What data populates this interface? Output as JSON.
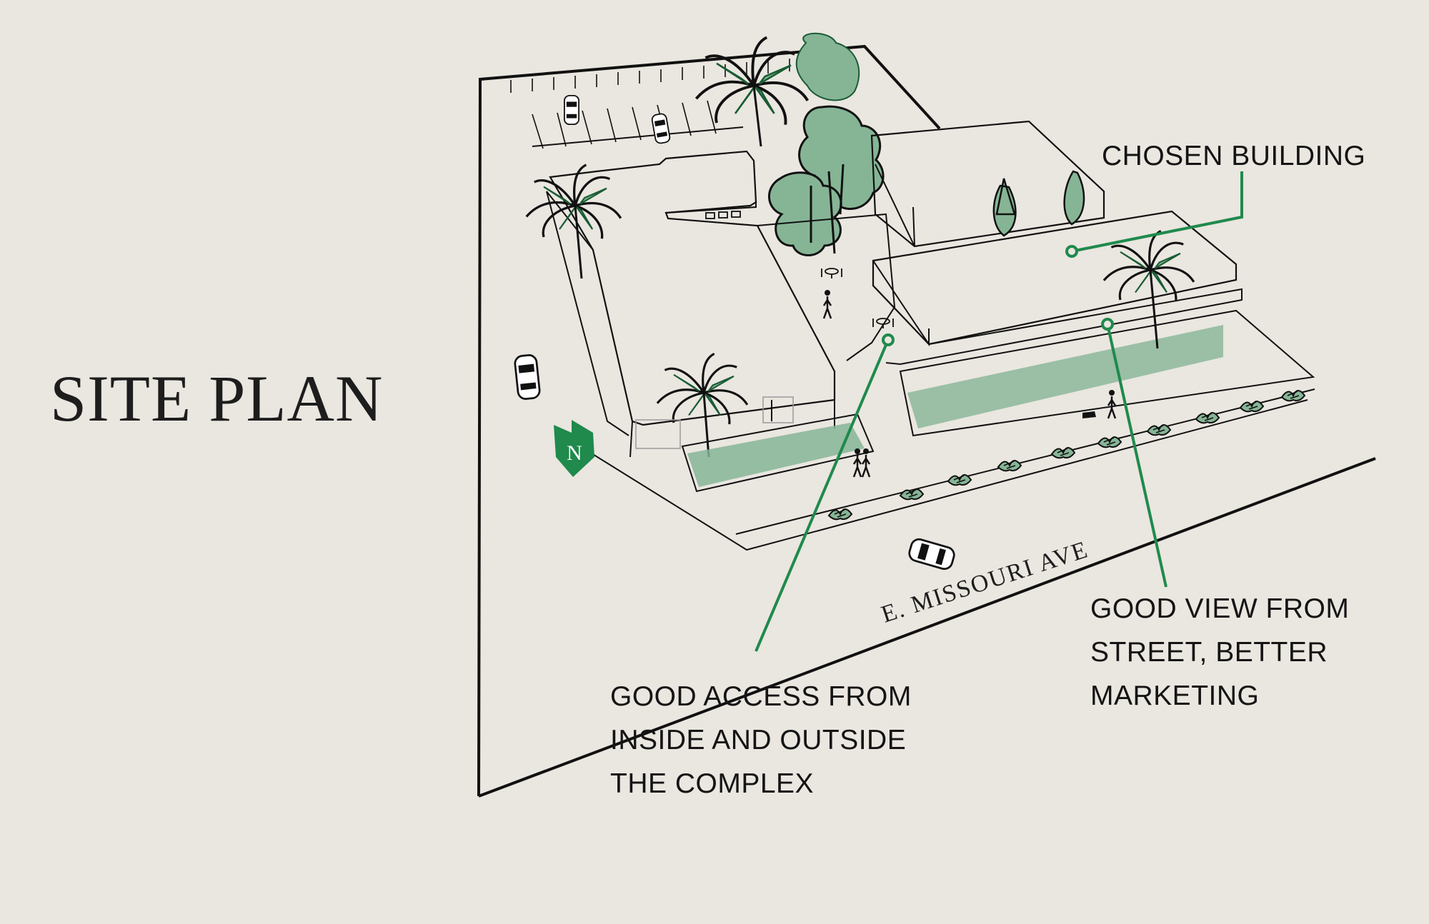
{
  "title": "SITE PLAN",
  "street_label": "E. MISSOURI AVE",
  "north_label": "N",
  "callouts": {
    "chosen": [
      "CHOSEN BUILDING"
    ],
    "view": [
      "GOOD VIEW FROM",
      "STREET, BETTER",
      "MARKETING"
    ],
    "access": [
      "GOOD ACCESS FROM",
      "INSIDE AND OUTSIDE",
      "THE COMPLEX"
    ]
  },
  "colors": {
    "background": "#eae6e0",
    "accent": "#1f8a4c",
    "foliage": "#86b596",
    "ink": "#141414"
  }
}
